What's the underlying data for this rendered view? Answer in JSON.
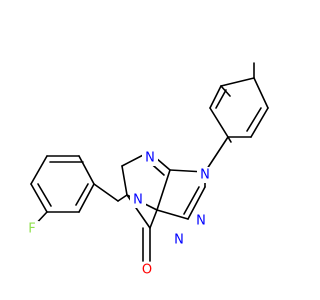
{
  "molecule": {
    "colors": {
      "bond": "#000000",
      "nitrogen": "#0000ff",
      "oxygen": "#ff0000",
      "fluorine": "#90e050",
      "carbon": "#000000"
    },
    "atoms": [
      {
        "id": "N_ring_top",
        "element": "N",
        "label": "N"
      },
      {
        "id": "N_aryl",
        "element": "N",
        "label": "N"
      },
      {
        "id": "N_triazole_a",
        "element": "N",
        "label": "N"
      },
      {
        "id": "N_triazole_b",
        "element": "N",
        "label": "N"
      },
      {
        "id": "N_benzyl",
        "element": "N",
        "label": "N"
      },
      {
        "id": "O_carbonyl",
        "element": "O",
        "label": "O"
      },
      {
        "id": "F_aryl",
        "element": "F",
        "label": "F"
      }
    ]
  }
}
